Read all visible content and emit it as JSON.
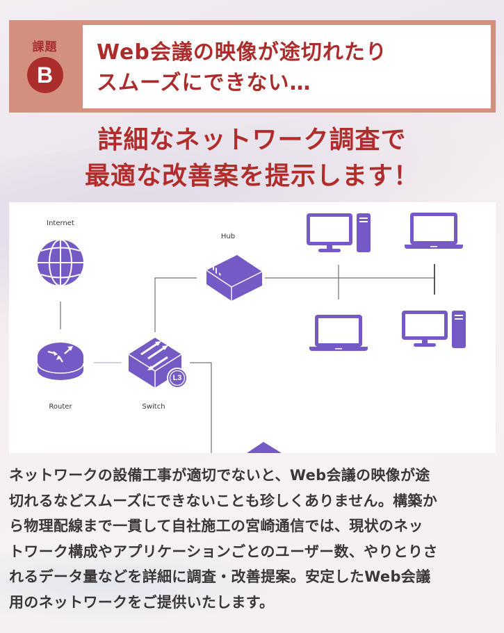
{
  "issue": {
    "label": "課題",
    "letter": "B",
    "title_lines": [
      "Web会議の映像が途切れたり",
      "スムーズにできない…"
    ]
  },
  "headline": {
    "lines": [
      "詳細なネットワーク調査で",
      "最適な改善案を提示します！"
    ]
  },
  "diagram": {
    "nodes": {
      "internet": "Internet",
      "hub": "Hub",
      "router": "Router",
      "switch": "Switch",
      "switch_badge": "L3"
    },
    "colors": {
      "icon": "#7559c4",
      "line": "#555555",
      "link_light": "#9aaac0"
    }
  },
  "body": {
    "lines": [
      "ネットワークの設備工事が適切でないと、Web会議の映像が途",
      "切れるなどスムーズにできないことも珍しくありません。構築か",
      "ら物理配線まで一貫して自社施工の宮崎通信では、現状のネッ",
      "トワーク構成やアプリケーションごとのユーザー数、やりとりさ",
      "れるデータ量などを詳細に調査・改善提案。安定したWeb会議",
      "用のネットワークをご提供いたします。"
    ]
  },
  "colors": {
    "accent_red": "#ab2c2a",
    "badge_bg": "#d4907f",
    "body_text": "#3b3738"
  }
}
